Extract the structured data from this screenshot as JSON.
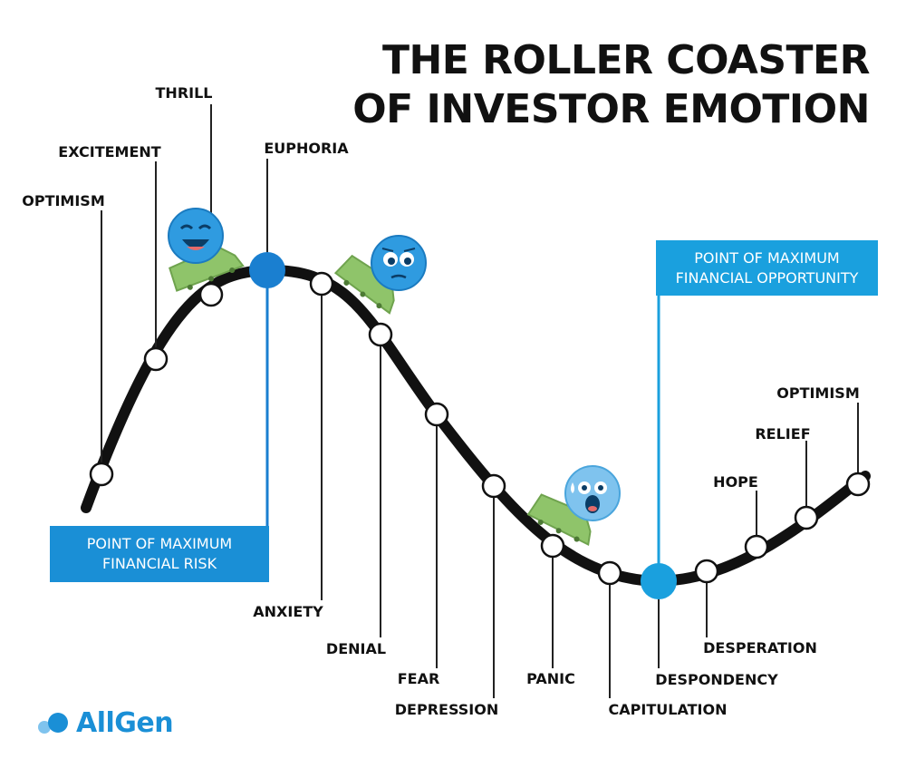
{
  "title": {
    "line1": "THE ROLLER COASTER",
    "line2": "OF INVESTOR EMOTION"
  },
  "stages": [
    "OPTIMISM",
    "EXCITEMENT",
    "THRILL",
    "EUPHORIA",
    "ANXIETY",
    "DENIAL",
    "FEAR",
    "DEPRESSION",
    "PANIC",
    "CAPITULATION",
    "DESPONDENCY",
    "DESPERATION",
    "HOPE",
    "RELIEF",
    "OPTIMISM"
  ],
  "callouts": {
    "risk": {
      "line1": "POINT OF MAXIMUM",
      "line2": "FINANCIAL RISK"
    },
    "opportunity": {
      "line1": "POINT OF MAXIMUM",
      "line2": "FINANCIAL OPPORTUNITY"
    }
  },
  "brand": {
    "name": "AllGen"
  },
  "colors": {
    "track": "#111111",
    "accent_risk": "#1a7fd0",
    "accent_opportunity": "#1aa0de",
    "cart": "#8fc46a",
    "emoji": "#2f9be0"
  },
  "icons": [
    "happy-emoji-icon",
    "worried-emoji-icon",
    "scared-emoji-icon",
    "coaster-cart-icon",
    "cloud-logo-icon"
  ]
}
